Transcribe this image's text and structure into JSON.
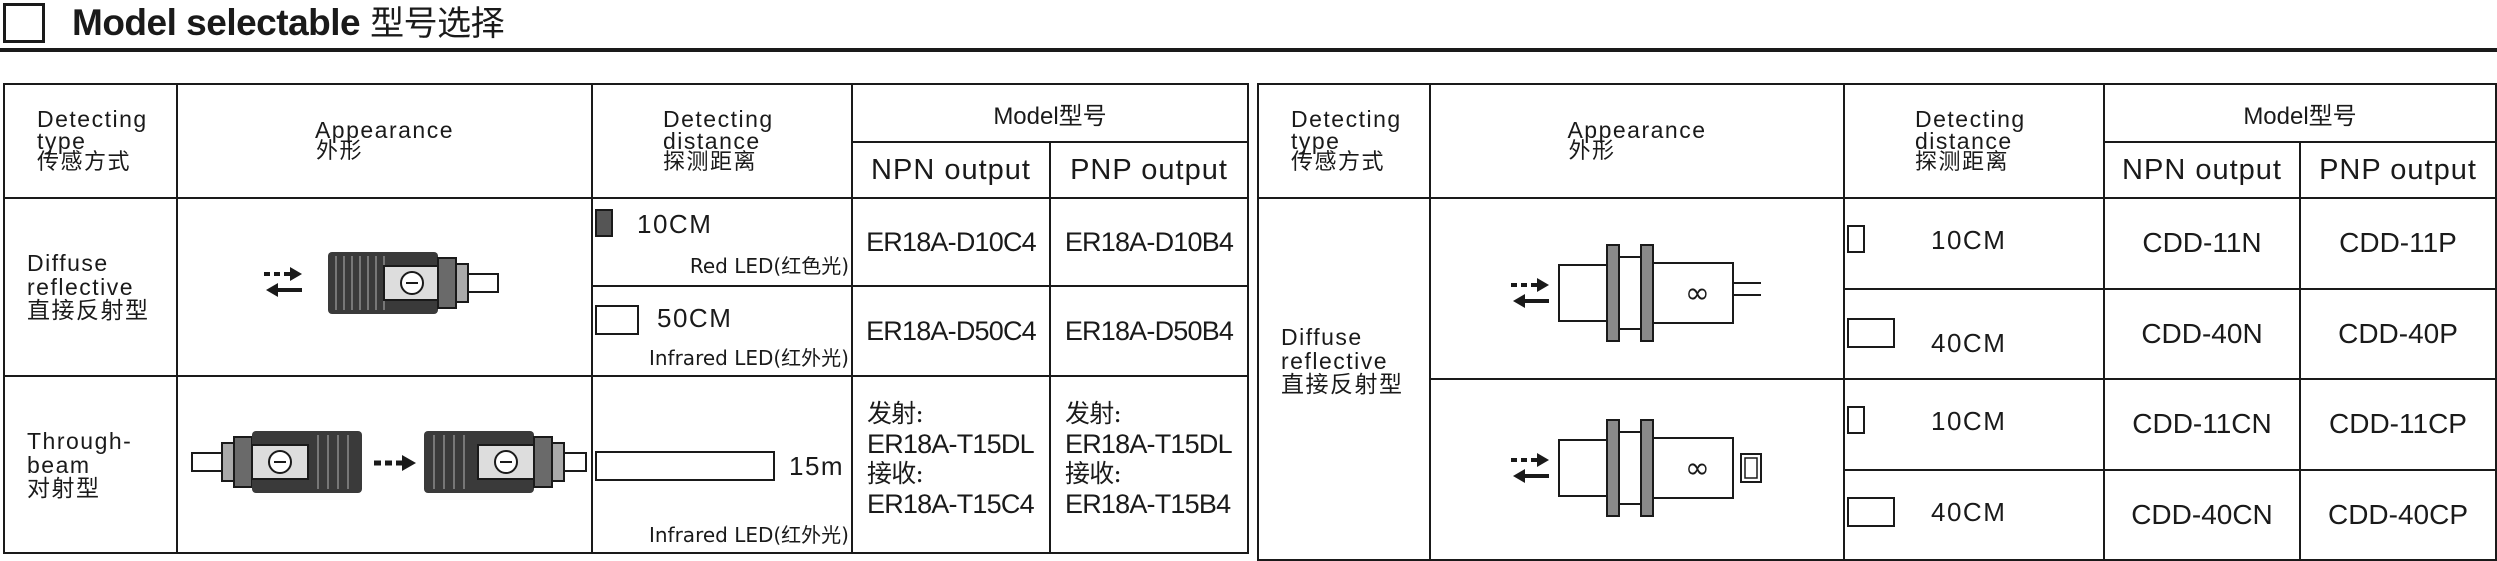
{
  "header": {
    "title_en": "Model selectable",
    "title_cn": "型号选择"
  },
  "left_table": {
    "col_type": [
      "Detecting",
      "type",
      "传感方式"
    ],
    "col_appearance": [
      "Appearance",
      "外形"
    ],
    "col_distance": [
      "Detecting",
      "distance",
      "探测距离"
    ],
    "col_model": "Model型号",
    "col_npn": "NPN output",
    "col_pnp": "PNP output",
    "rows": [
      {
        "type": [
          "Diffuse",
          "reflective",
          "直接反射型"
        ],
        "sub": [
          {
            "distance": "10CM",
            "led": "Red LED(红色光)",
            "npn": "ER18A-D10C4",
            "pnp": "ER18A-D10B4"
          },
          {
            "distance": "50CM",
            "led": "Infrared LED(红外光)",
            "npn": "ER18A-D50C4",
            "pnp": "ER18A-D50B4"
          }
        ]
      },
      {
        "type": [
          "Through-",
          "beam",
          "对射型"
        ],
        "distance": "15m",
        "led": "Infrared LED(红外光)",
        "npn": [
          "发射:",
          "ER18A-T15DL",
          "接收:",
          "ER18A-T15C4"
        ],
        "pnp": [
          "发射:",
          "ER18A-T15DL",
          "接收:",
          "ER18A-T15B4"
        ]
      }
    ]
  },
  "right_table": {
    "col_type": [
      "Detecting",
      "type",
      "传感方式"
    ],
    "col_appearance": [
      "Appearance",
      "外形"
    ],
    "col_distance": [
      "Detecting",
      "distance",
      "探测距离"
    ],
    "col_model": "Model型号",
    "col_npn": "NPN output",
    "col_pnp": "PNP output",
    "type": [
      "Diffuse",
      "reflective",
      "直接反射型"
    ],
    "rows": [
      {
        "distance": "10CM",
        "npn": "CDD-11N",
        "pnp": "CDD-11P"
      },
      {
        "distance": "40CM",
        "npn": "CDD-40N",
        "pnp": "CDD-40P"
      },
      {
        "distance": "10CM",
        "npn": "CDD-11CN",
        "pnp": "CDD-11CP"
      },
      {
        "distance": "40CM",
        "npn": "CDD-40CN",
        "pnp": "CDD-40CP"
      }
    ]
  },
  "colors": {
    "ink": "#1a1a1a",
    "sensor_body": "#3a3a3a",
    "red_led_swatch": "#555555"
  },
  "icons": [
    "diffuse-sensor-image",
    "through-beam-sensor-image",
    "square-sensor-image",
    "square-sensor-cap-image",
    "reflect-arrows-icon",
    "beam-arrow-icon"
  ]
}
